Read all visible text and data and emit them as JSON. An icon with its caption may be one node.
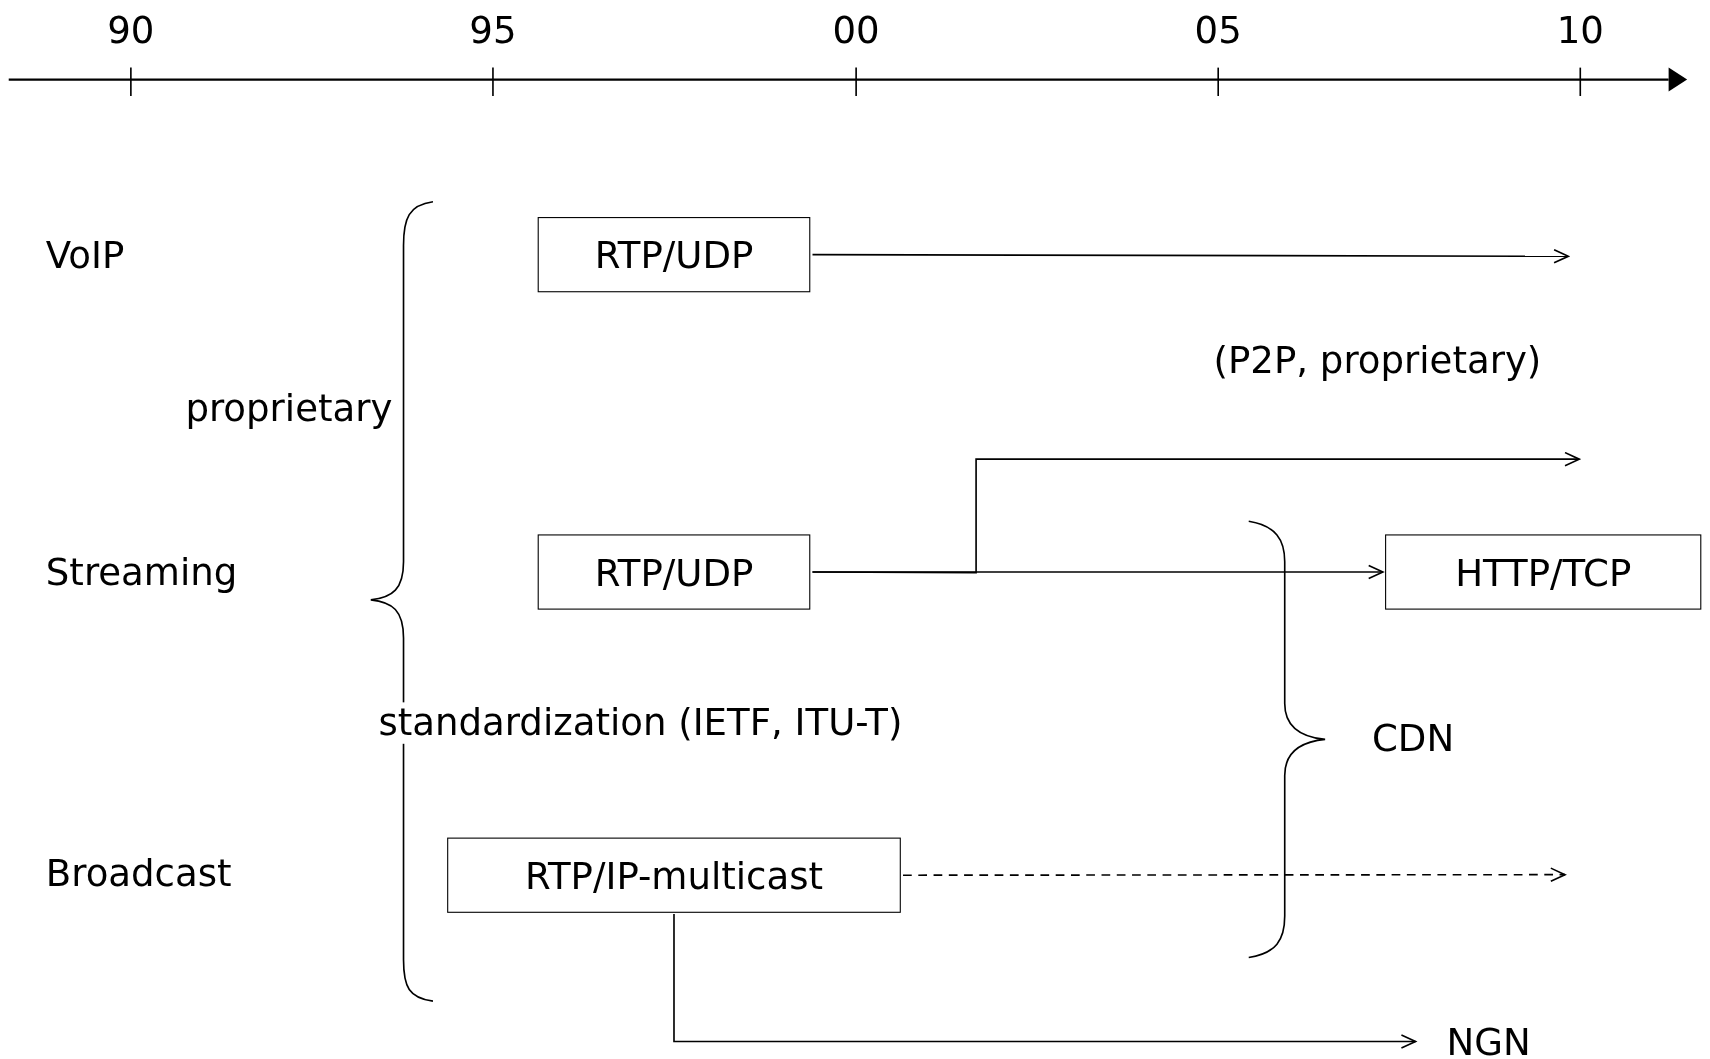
{
  "diagram": {
    "nodes": [
      {
        "text": [
          "RTP/UDP"
        ]
      },
      {
        "text": [
          "RTP/UDP"
        ]
      },
      {
        "text": [
          "HTTP/TCP"
        ]
      },
      {
        "text": [
          "RTP/IP-multicast"
        ]
      },
      {
        "text": [
          "NGN"
        ]
      }
    ],
    "edges": [
      {
        "from": 0,
        "to": null,
        "arrow": "to"
      },
      {
        "from": 1,
        "to": 2,
        "arrow": "to"
      },
      {
        "from": 1,
        "to": null,
        "arrow": "to",
        "label": "(P2P, proprietary)"
      },
      {
        "from": 3,
        "to": null,
        "arrow": "to",
        "style": "dashed"
      },
      {
        "from": 3,
        "to": 4,
        "arrow": "to"
      }
    ],
    "labels": [
      "90",
      "95",
      "00",
      "05",
      "10",
      "VoIP",
      "proprietary",
      "Streaming",
      "standardization (IETF, ITU-T)",
      "CDN",
      "Broadcast"
    ]
  }
}
